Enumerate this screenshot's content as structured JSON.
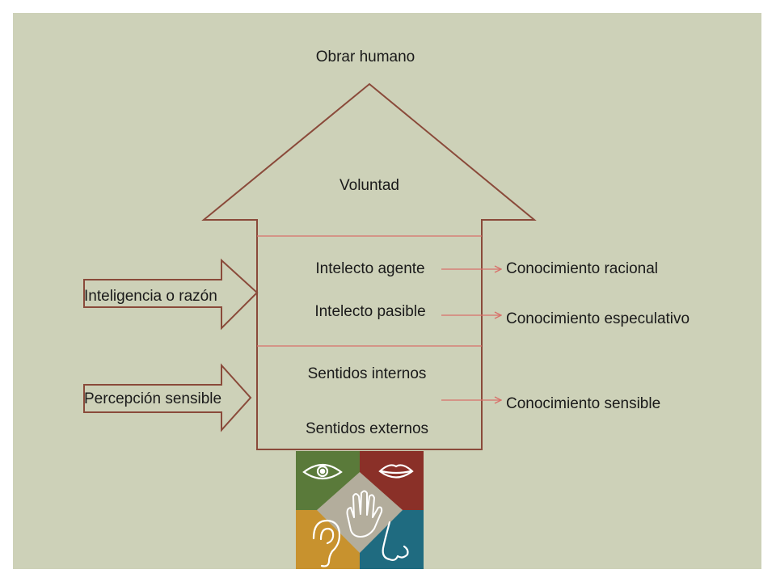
{
  "diagram": {
    "top_label": "Obrar humano",
    "roof_label": "Voluntad",
    "house_levels": {
      "agent": "Intelecto agente",
      "passive": "Intelecto pasible",
      "internal": "Sentidos internos",
      "external": "Sentidos externos"
    },
    "inputs": {
      "reason": "Inteligencia o razón",
      "perception": "Percepción sensible"
    },
    "outputs": {
      "rational": "Conocimiento racional",
      "speculative": "Conocimiento especulativo",
      "sensible": "Conocimiento sensible"
    },
    "senses_image": {
      "icons": [
        "eye-icon",
        "lips-icon",
        "hand-icon",
        "ear-icon",
        "nose-icon"
      ],
      "colors": {
        "top_left": "#5a7a3a",
        "top_right": "#8a3028",
        "bottom_left": "#c8922e",
        "bottom_right": "#1f6b80",
        "center": "#b3ad9c"
      }
    },
    "colors": {
      "background": "#cdd1b8",
      "outline": "#8a4a3a",
      "arrow": "#d9706a"
    }
  }
}
